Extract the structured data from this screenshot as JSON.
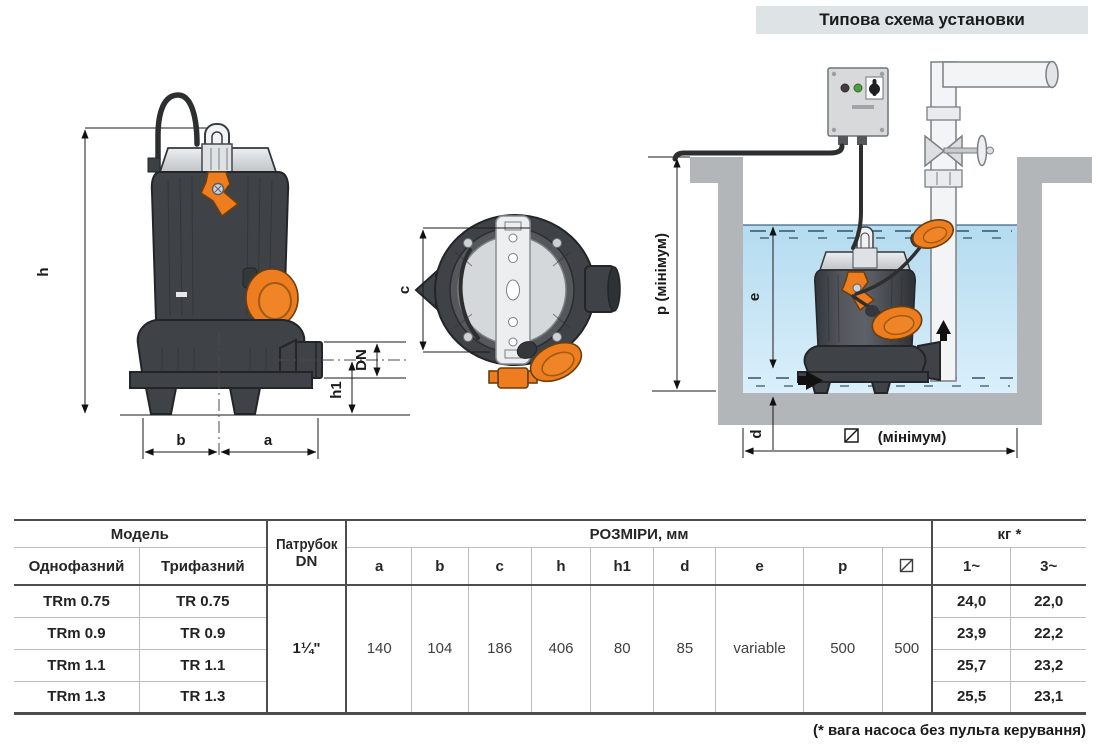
{
  "header": {
    "title": "Типова схема установки"
  },
  "diagram": {
    "side_view": {
      "labels": {
        "h": "h",
        "b": "b",
        "a": "a",
        "dn": "DN",
        "h1": "h1"
      }
    },
    "top_view": {
      "labels": {
        "c": "c"
      }
    },
    "installation": {
      "labels": {
        "p": "p  (мінімум)",
        "e": "e",
        "d": "d",
        "square_min": "(мінімум)"
      }
    }
  },
  "table": {
    "header": {
      "model": "Модель",
      "single_phase": "Однофазний",
      "three_phase": "Трифазний",
      "port": "Патрубок",
      "dn": "DN",
      "dimensions": "РОЗМІРИ, мм",
      "dim_cols": [
        "a",
        "b",
        "c",
        "h",
        "h1",
        "d",
        "e",
        "p"
      ],
      "weight": "кг *",
      "weight_cols": [
        "1~",
        "3~"
      ]
    },
    "shared": {
      "dn_value": "1¼\"",
      "a": "140",
      "b": "104",
      "c": "186",
      "h": "406",
      "h1": "80",
      "d": "85",
      "e": "variable",
      "p": "500",
      "sq": "500"
    },
    "rows": [
      {
        "single": "TRm 0.75",
        "three": "TR 0.75",
        "w1": "24,0",
        "w3": "22,0"
      },
      {
        "single": "TRm 0.9",
        "three": "TR 0.9",
        "w1": "23,9",
        "w3": "22,2"
      },
      {
        "single": "TRm 1.1",
        "three": "TR 1.1",
        "w1": "25,7",
        "w3": "23,2"
      },
      {
        "single": "TRm 1.3",
        "three": "TR 1.3",
        "w1": "25,5",
        "w3": "23,1"
      }
    ]
  },
  "footnote": "(* вага насоса без пульта керування)",
  "colors": {
    "accent_orange": "#ED7D1F",
    "water_blue": "#BEE0F3",
    "pit_gray": "#B3B6B8",
    "header_bg": "#DEE3E6",
    "pump_body": "#3F4247",
    "table_line_dark": "#4D4D4D",
    "table_line_light": "#BABEC0"
  }
}
